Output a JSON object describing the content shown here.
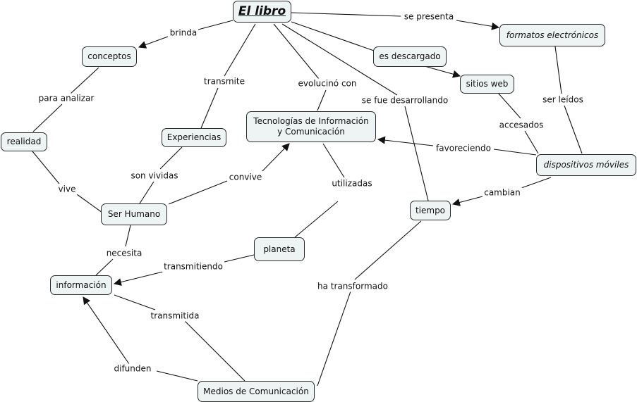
{
  "nodes": {
    "el_libro": "El libro",
    "conceptos": "conceptos",
    "formatos": "formatos electrónicos",
    "es_descargado": "es descargado",
    "sitios_web": "sitios web",
    "tic": "Tecnologías de Información\ny Comunicación",
    "realidad": "realidad",
    "experiencias": "Experiencias",
    "dispositivos": "dispositivos móviles",
    "ser_humano": "Ser Humano",
    "tiempo": "tiempo",
    "planeta": "planeta",
    "informacion": "información",
    "medios": "Medios de Comunicación"
  },
  "links": {
    "brinda": "brinda",
    "se_presenta": "se presenta",
    "transmite": "transmite",
    "evoluciono_con": "evolucinó con",
    "se_fue_desarrollando": "se fue desarrollando",
    "para_analizar": "para analizar",
    "ser_leidos": "ser leídos",
    "accesados": "accesados",
    "favoreciendo": "favoreciendo",
    "son_vividas": "son vividas",
    "convive": "convive",
    "utilizadas": "utilizadas",
    "vive": "vive",
    "cambian": "cambian",
    "necesita": "necesita",
    "transmitiendo": "transmitiendo",
    "ha_transformado": "ha transformado",
    "transmitida": "transmitida",
    "difunden": "difunden"
  },
  "colors": {
    "node_fill": "#eef3f4",
    "line": "#111111"
  }
}
